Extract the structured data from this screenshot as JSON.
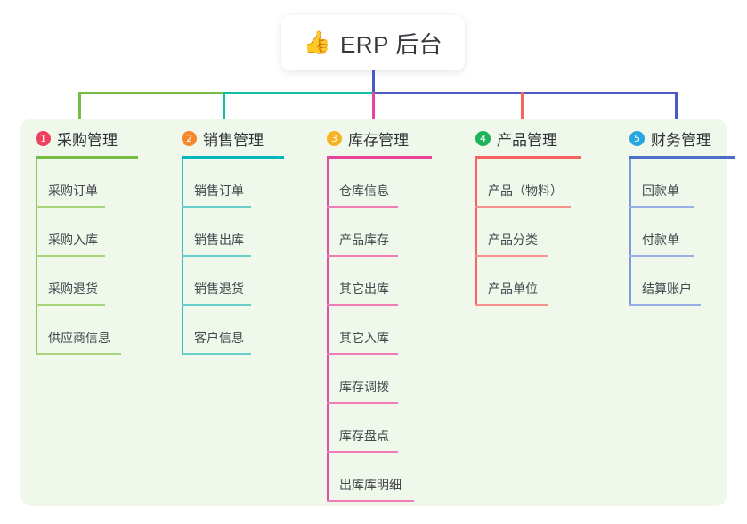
{
  "root": {
    "icon": "thumbs-up-emoji",
    "emoji": "👍",
    "label": "ERP 后台"
  },
  "palette": {
    "panel_background": "#eff8ea",
    "canvas_background": "#ffffff",
    "root_stem": "#4b59c4",
    "bus_green": "#76bd43",
    "bus_teal": "#0fbfa0",
    "bus_blue": "#4b59c4"
  },
  "columns": [
    {
      "number": "1",
      "title": "采购管理",
      "badge_color": "#f0425f",
      "rule_color": "#76bd43",
      "spine_color": "#8cc658",
      "item_rule_color": "#a8d47e",
      "rule_width": 115,
      "stem_color": "#76bd43",
      "items": [
        {
          "label": "采购订单",
          "rule_width": 78
        },
        {
          "label": "采购入库",
          "rule_width": 78
        },
        {
          "label": "采购退货",
          "rule_width": 78
        },
        {
          "label": "供应商信息",
          "rule_width": 96
        }
      ]
    },
    {
      "number": "2",
      "title": "销售管理",
      "badge_color": "#f5882f",
      "rule_color": "#00b7bd",
      "spine_color": "#3dc0bc",
      "item_rule_color": "#69cdc9",
      "rule_width": 115,
      "stem_color": "#0fbfa0",
      "items": [
        {
          "label": "销售订单",
          "rule_width": 78
        },
        {
          "label": "销售出库",
          "rule_width": 78
        },
        {
          "label": "销售退货",
          "rule_width": 78
        },
        {
          "label": "客户信息",
          "rule_width": 78
        }
      ]
    },
    {
      "number": "3",
      "title": "库存管理",
      "badge_color": "#f7b226",
      "rule_color": "#e8449a",
      "spine_color": "#e050a0",
      "item_rule_color": "#ee7cb6",
      "rule_width": 118,
      "stem_color": "#e8449a",
      "items": [
        {
          "label": "仓库信息",
          "rule_width": 80
        },
        {
          "label": "产品库存",
          "rule_width": 80
        },
        {
          "label": "其它出库",
          "rule_width": 80
        },
        {
          "label": "其它入库",
          "rule_width": 80
        },
        {
          "label": "库存调拨",
          "rule_width": 80
        },
        {
          "label": "库存盘点",
          "rule_width": 80
        },
        {
          "label": "出库库明细",
          "rule_width": 98
        }
      ]
    },
    {
      "number": "4",
      "title": "产品管理",
      "badge_color": "#1cb35c",
      "rule_color": "#f8635c",
      "spine_color": "#f8635c",
      "item_rule_color": "#f8918c",
      "rule_width": 118,
      "stem_color": "#f8635c",
      "items": [
        {
          "label": "产品（物料）",
          "rule_width": 107
        },
        {
          "label": "产品分类",
          "rule_width": 82
        },
        {
          "label": "产品单位",
          "rule_width": 82
        }
      ]
    },
    {
      "number": "5",
      "title": "财务管理",
      "badge_color": "#26a7e0",
      "rule_color": "#4b6fc9",
      "spine_color": "#7f9ade",
      "item_rule_color": "#98aee4",
      "rule_width": 118,
      "stem_color": "#4b59c4",
      "items": [
        {
          "label": "回款单",
          "rule_width": 72
        },
        {
          "label": "付款单",
          "rule_width": 72
        },
        {
          "label": "结算账户",
          "rule_width": 80
        }
      ]
    }
  ]
}
